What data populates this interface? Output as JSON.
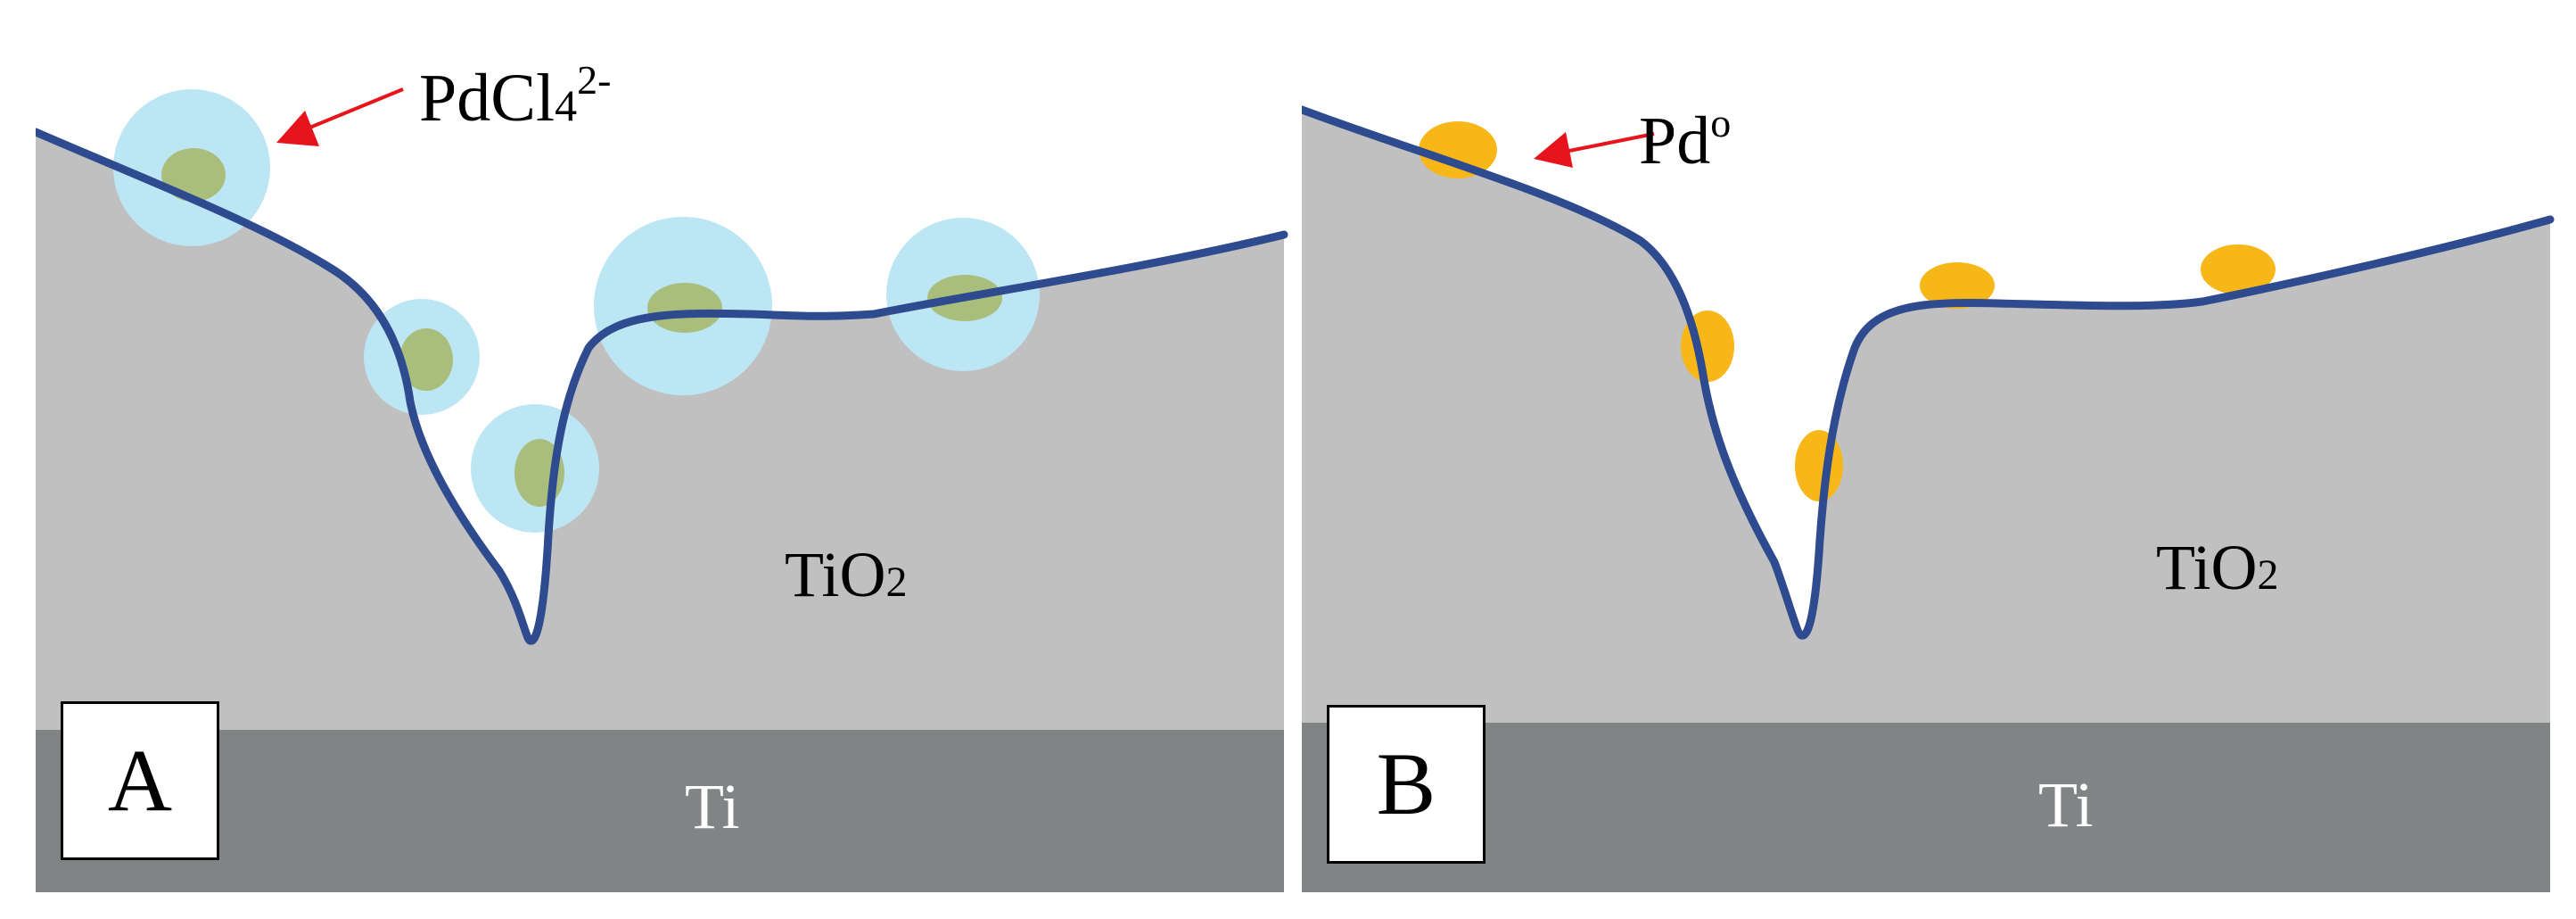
{
  "panels": [
    {
      "id": "A",
      "letter": "A",
      "substrate_label": "Ti",
      "oxide_label": {
        "base": "TiO",
        "subscript": "2"
      },
      "pointer_label": {
        "base": "PdCl",
        "subscript": "4",
        "superscript": "2-"
      },
      "particle_type": "complex ion with hydration shell",
      "particle_count": 5
    },
    {
      "id": "B",
      "letter": "B",
      "substrate_label": "Ti",
      "oxide_label": {
        "base": "TiO",
        "subscript": "2"
      },
      "pointer_label": {
        "base": "Pd",
        "subscript": "",
        "superscript": "o"
      },
      "particle_type": "metal nanoparticle",
      "particle_count": 5
    }
  ],
  "colors": {
    "oxide_layer": "#c0c0c0",
    "titanium_substrate": "#808485",
    "surface_line": "#2f4b8f",
    "hydration_shell": "#bde6f5",
    "complex_core": "#a9be7d",
    "pd_particle": "#f7b718",
    "pointer_arrow": "#e8141c"
  }
}
